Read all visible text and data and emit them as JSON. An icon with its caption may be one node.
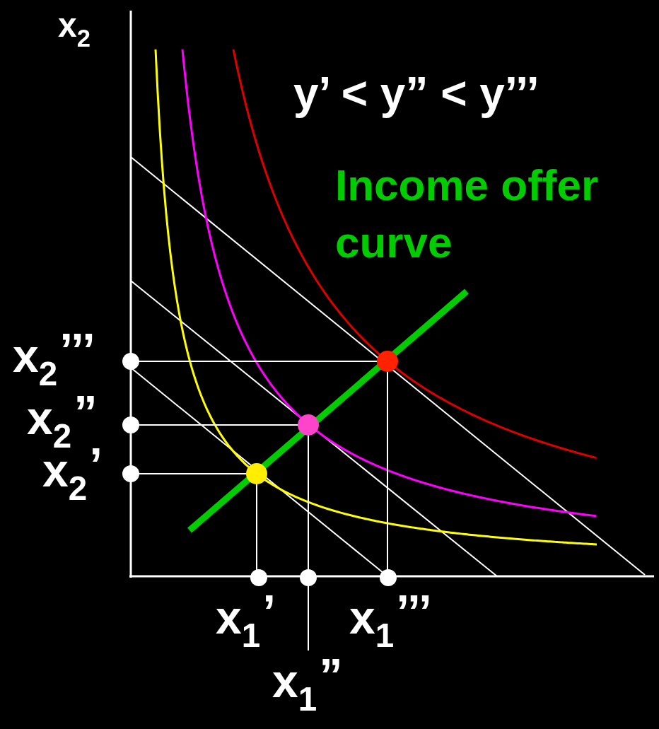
{
  "diagram": {
    "labels": [
      "x$_{2}$",
      "y’ < y” < y’’’",
      "Income offer curve",
      "x$_{2}$$^{’’’}$",
      "x$_{2}$$^{”}$",
      "x$_{2}$$^{’}$",
      "x$_{1}$$^{’}$",
      "x$_{1}$$^{’’’}$",
      "x$_{1}$$^{”}$"
    ]
  }
}
